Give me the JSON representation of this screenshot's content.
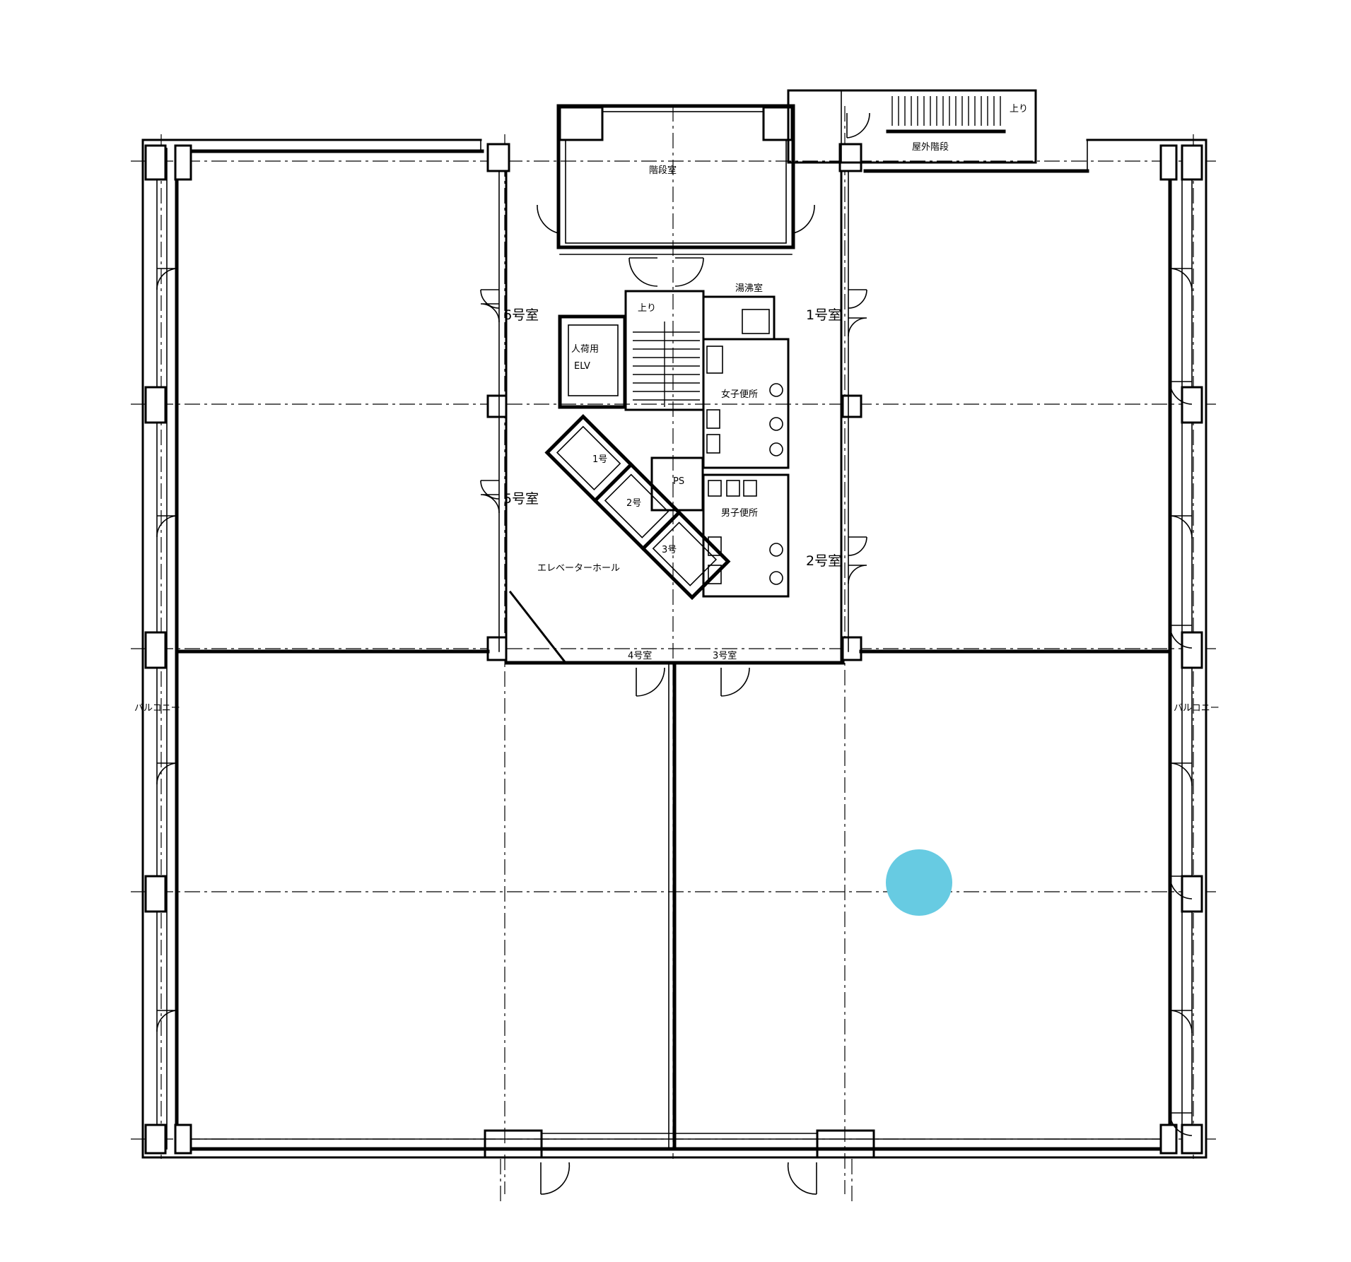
{
  "plan": {
    "labels": {
      "top_room": "階段室",
      "ext_stair": "屋外階段",
      "ext_stair_up": "上り",
      "stair_up": "上り",
      "kitchen": "湯沸室",
      "elv_person": "人荷用",
      "elv_type": "ELV",
      "elv_1": "1号",
      "elv_2": "2号",
      "elv_3": "3号",
      "ps": "PS",
      "womens_wc": "女子便所",
      "mens_wc": "男子便所",
      "room_1": "1号室",
      "room_2": "2号室",
      "room_4": "4号室",
      "room_3": "3号室",
      "room_5": "5号室",
      "room_6": "6号室",
      "elevator_hall": "エレベーターホール",
      "balcony_w": "バルコニー",
      "balcony_e": "バルコニー"
    },
    "colors": {
      "ink": "#000000",
      "marker": "#67CBE2",
      "background": "#ffffff"
    },
    "marker_icon": "location-dot-icon"
  }
}
